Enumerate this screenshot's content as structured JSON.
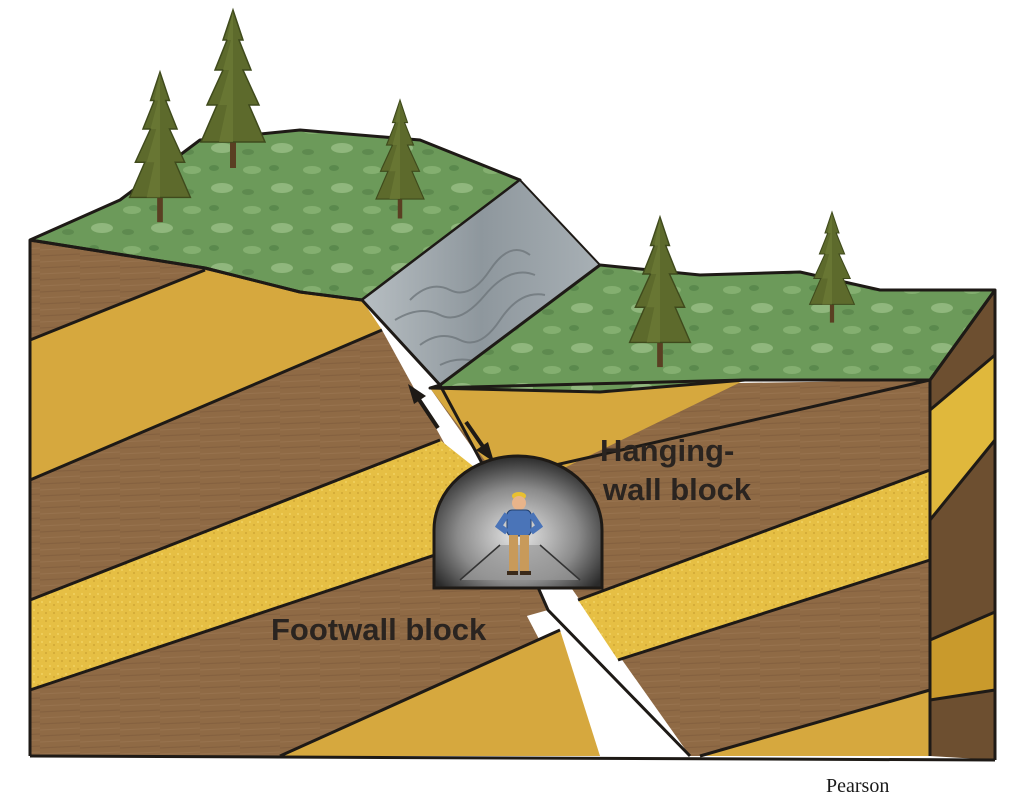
{
  "labels": {
    "hanging_wall_line1": "Hanging-",
    "hanging_wall_line2": "wall block",
    "footwall": "Footwall block",
    "credit": "Pearson"
  },
  "icons": {
    "motion_up_arrow": "arrow-up-icon",
    "motion_down_arrow": "arrow-down-icon",
    "person": "miner-figure",
    "tree": "conifer-tree"
  },
  "colors": {
    "brown_layer": "#8f6a45",
    "gold_layer": "#d6a83e",
    "bright_gold_layer": "#e8c241",
    "grass": "#6c9a5a",
    "fault_scarp": "#9aa3a8",
    "outline": "#1e1a16",
    "side_face_brown": "#6d4f30",
    "side_face_gold": "#c99a2c"
  }
}
